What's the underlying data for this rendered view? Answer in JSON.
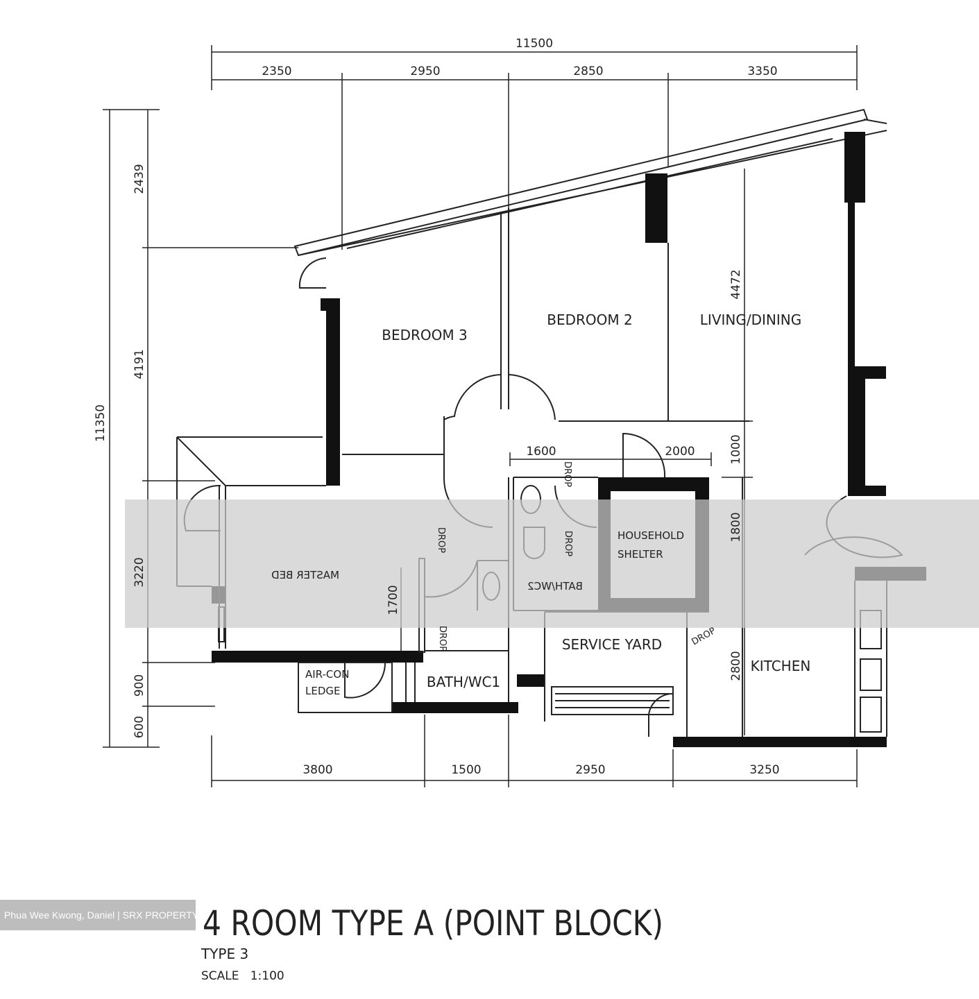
{
  "dimensions": {
    "top_total": "11500",
    "top": [
      "2350",
      "2950",
      "2850",
      "3350"
    ],
    "left_total": "11350",
    "left": [
      "2439",
      "4191",
      "3220",
      "900",
      "600"
    ],
    "bottom": [
      "3800",
      "1500",
      "2950",
      "3250"
    ],
    "right_inner": [
      "4472",
      "1000",
      "1800",
      "2800"
    ],
    "inner_h": [
      "1600",
      "2000"
    ],
    "inner_v": "1700"
  },
  "rooms": {
    "bedroom3": "BEDROOM 3",
    "bedroom2": "BEDROOM 2",
    "living": "LIVING/DINING",
    "shelter1": "HOUSEHOLD",
    "shelter2": "SHELTER",
    "master": "MASTER BED",
    "bath2": "BATH/WC2",
    "service": "SERVICE YARD",
    "kitchen": "KITCHEN",
    "bath1": "BATH/WC1",
    "aircon1": "AIR-CON",
    "aircon2": "LEDGE",
    "drop": "DROP"
  },
  "title": {
    "main": "4 ROOM TYPE A (POINT BLOCK)",
    "type": "TYPE 3",
    "scale": "SCALE   1:100"
  },
  "watermark": "Phua Wee Kwong, Daniel | SRX PROPERTY",
  "colors": {
    "ink": "#111111",
    "band": "#cccccc",
    "watermark_bg": "#bdbdbd"
  }
}
